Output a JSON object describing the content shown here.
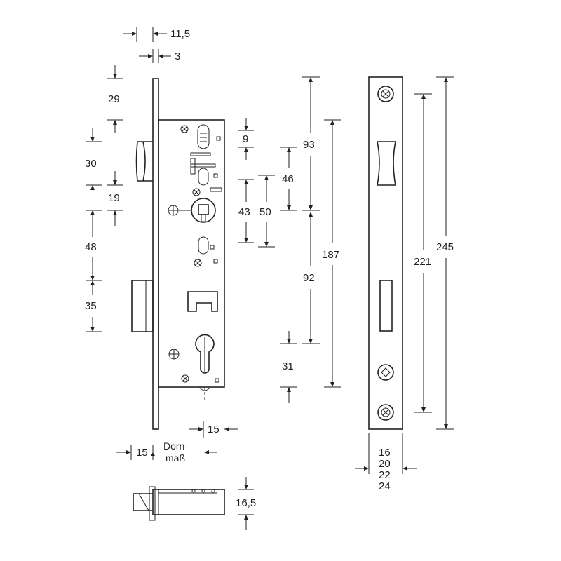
{
  "dimensions": {
    "width_11_5": "11,5",
    "width_3": "3",
    "v_29": "29",
    "v_30": "30",
    "v_19": "19",
    "v_48": "48",
    "v_35": "35",
    "v_9": "9",
    "v_46": "46",
    "v_43": "43",
    "v_50": "50",
    "v_93": "93",
    "v_92": "92",
    "v_187": "187",
    "v_31": "31",
    "v_221": "221",
    "v_245": "245",
    "h_15_right": "15",
    "h_15_left": "15",
    "dornmass_line1": "Dorn-",
    "dornmass_line2": "maß",
    "v_16_5": "16,5"
  },
  "faceplate_widths": [
    "16",
    "20",
    "22",
    "24"
  ]
}
